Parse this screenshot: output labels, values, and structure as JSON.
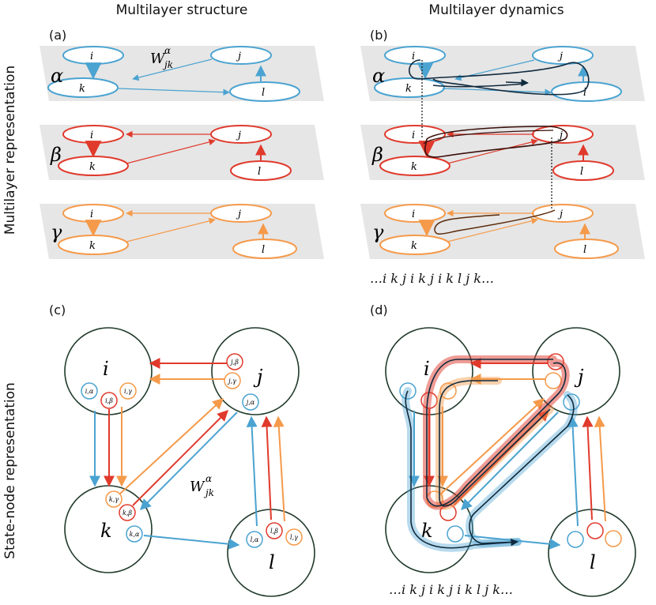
{
  "headers": {
    "col_left": "Multilayer structure",
    "col_right": "Multilayer dynamics",
    "row_top": "Multilayer representation",
    "row_bottom": "State-node representation"
  },
  "panels": {
    "a": "(a)",
    "b": "(b)",
    "c": "(c)",
    "d": "(d)"
  },
  "layers": [
    {
      "name": "α",
      "color": "#4aa3d1"
    },
    {
      "name": "β",
      "color": "#e03a2c"
    },
    {
      "name": "γ",
      "color": "#f59a4a"
    }
  ],
  "nodes": {
    "i": "i",
    "j": "j",
    "k": "k",
    "l": "l"
  },
  "weight_label": {
    "main": "W",
    "sup": "α",
    "sub": "jk"
  },
  "state_nodes": {
    "i_alpha": "i,α",
    "i_beta": "i,β",
    "i_gamma": "i,γ",
    "j_beta": "j,β",
    "j_gamma": "j,γ",
    "j_alpha": "j,α",
    "k_gamma": "k,γ",
    "k_beta": "k,β",
    "k_alpha": "k,α",
    "l_alpha": "l,α",
    "l_beta": "l,β",
    "l_gamma": "l,γ"
  },
  "sequence_text": "…i k j i k j i k l j k…",
  "colors": {
    "trajectory": "#102a3e",
    "layer_plane": "#e6e6e6",
    "node_stroke": "#1f3a2a"
  }
}
